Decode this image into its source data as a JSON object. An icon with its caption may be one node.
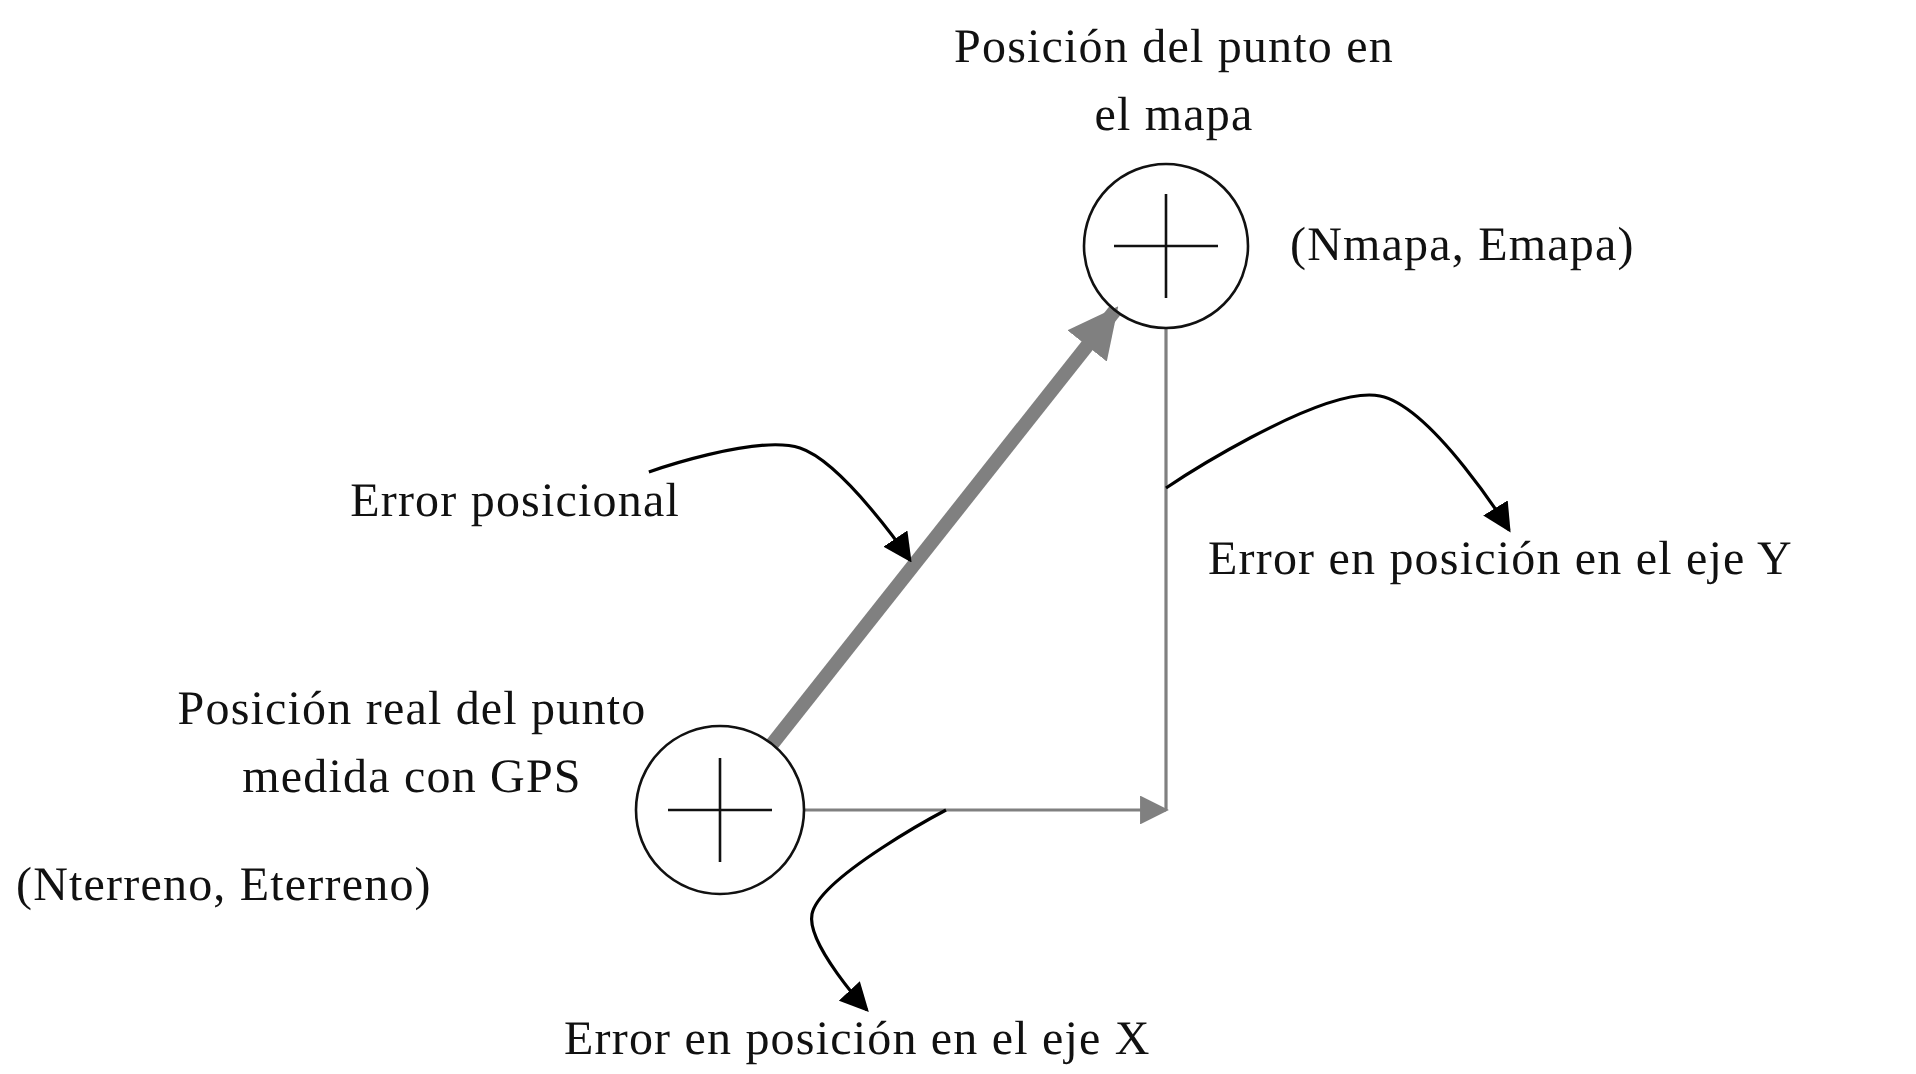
{
  "diagram": {
    "nodes": [
      {
        "text": [],
        "shape": "circle",
        "beside": [
          "Posición del punto en el mapa",
          "(Nmapa, Emapa)"
        ]
      },
      {
        "text": [],
        "shape": "circle",
        "beside": [
          "Posición real del punto medida con GPS",
          "(Nterreno, Eterreno)"
        ]
      },
      {
        "text": [
          "Error posicional"
        ]
      },
      {
        "text": [
          "Error en posición en el eje Y"
        ]
      },
      {
        "text": [
          "Error en posición en el eje X"
        ]
      }
    ],
    "edges": [
      {
        "from": 1,
        "to": 0,
        "arrow": "to",
        "style": "thick",
        "color": "#808080"
      },
      {
        "from": 0,
        "to": null,
        "arrow": "none",
        "color": "#808080"
      },
      {
        "from": 1,
        "to": null,
        "arrow": "to",
        "color": "#808080"
      },
      {
        "from": 2,
        "to": null,
        "arrow": "to",
        "color": "#000000"
      },
      {
        "from": null,
        "to": 3,
        "arrow": "to",
        "color": "#000000"
      },
      {
        "from": null,
        "to": 4,
        "arrow": "to",
        "color": "#000000"
      }
    ]
  }
}
